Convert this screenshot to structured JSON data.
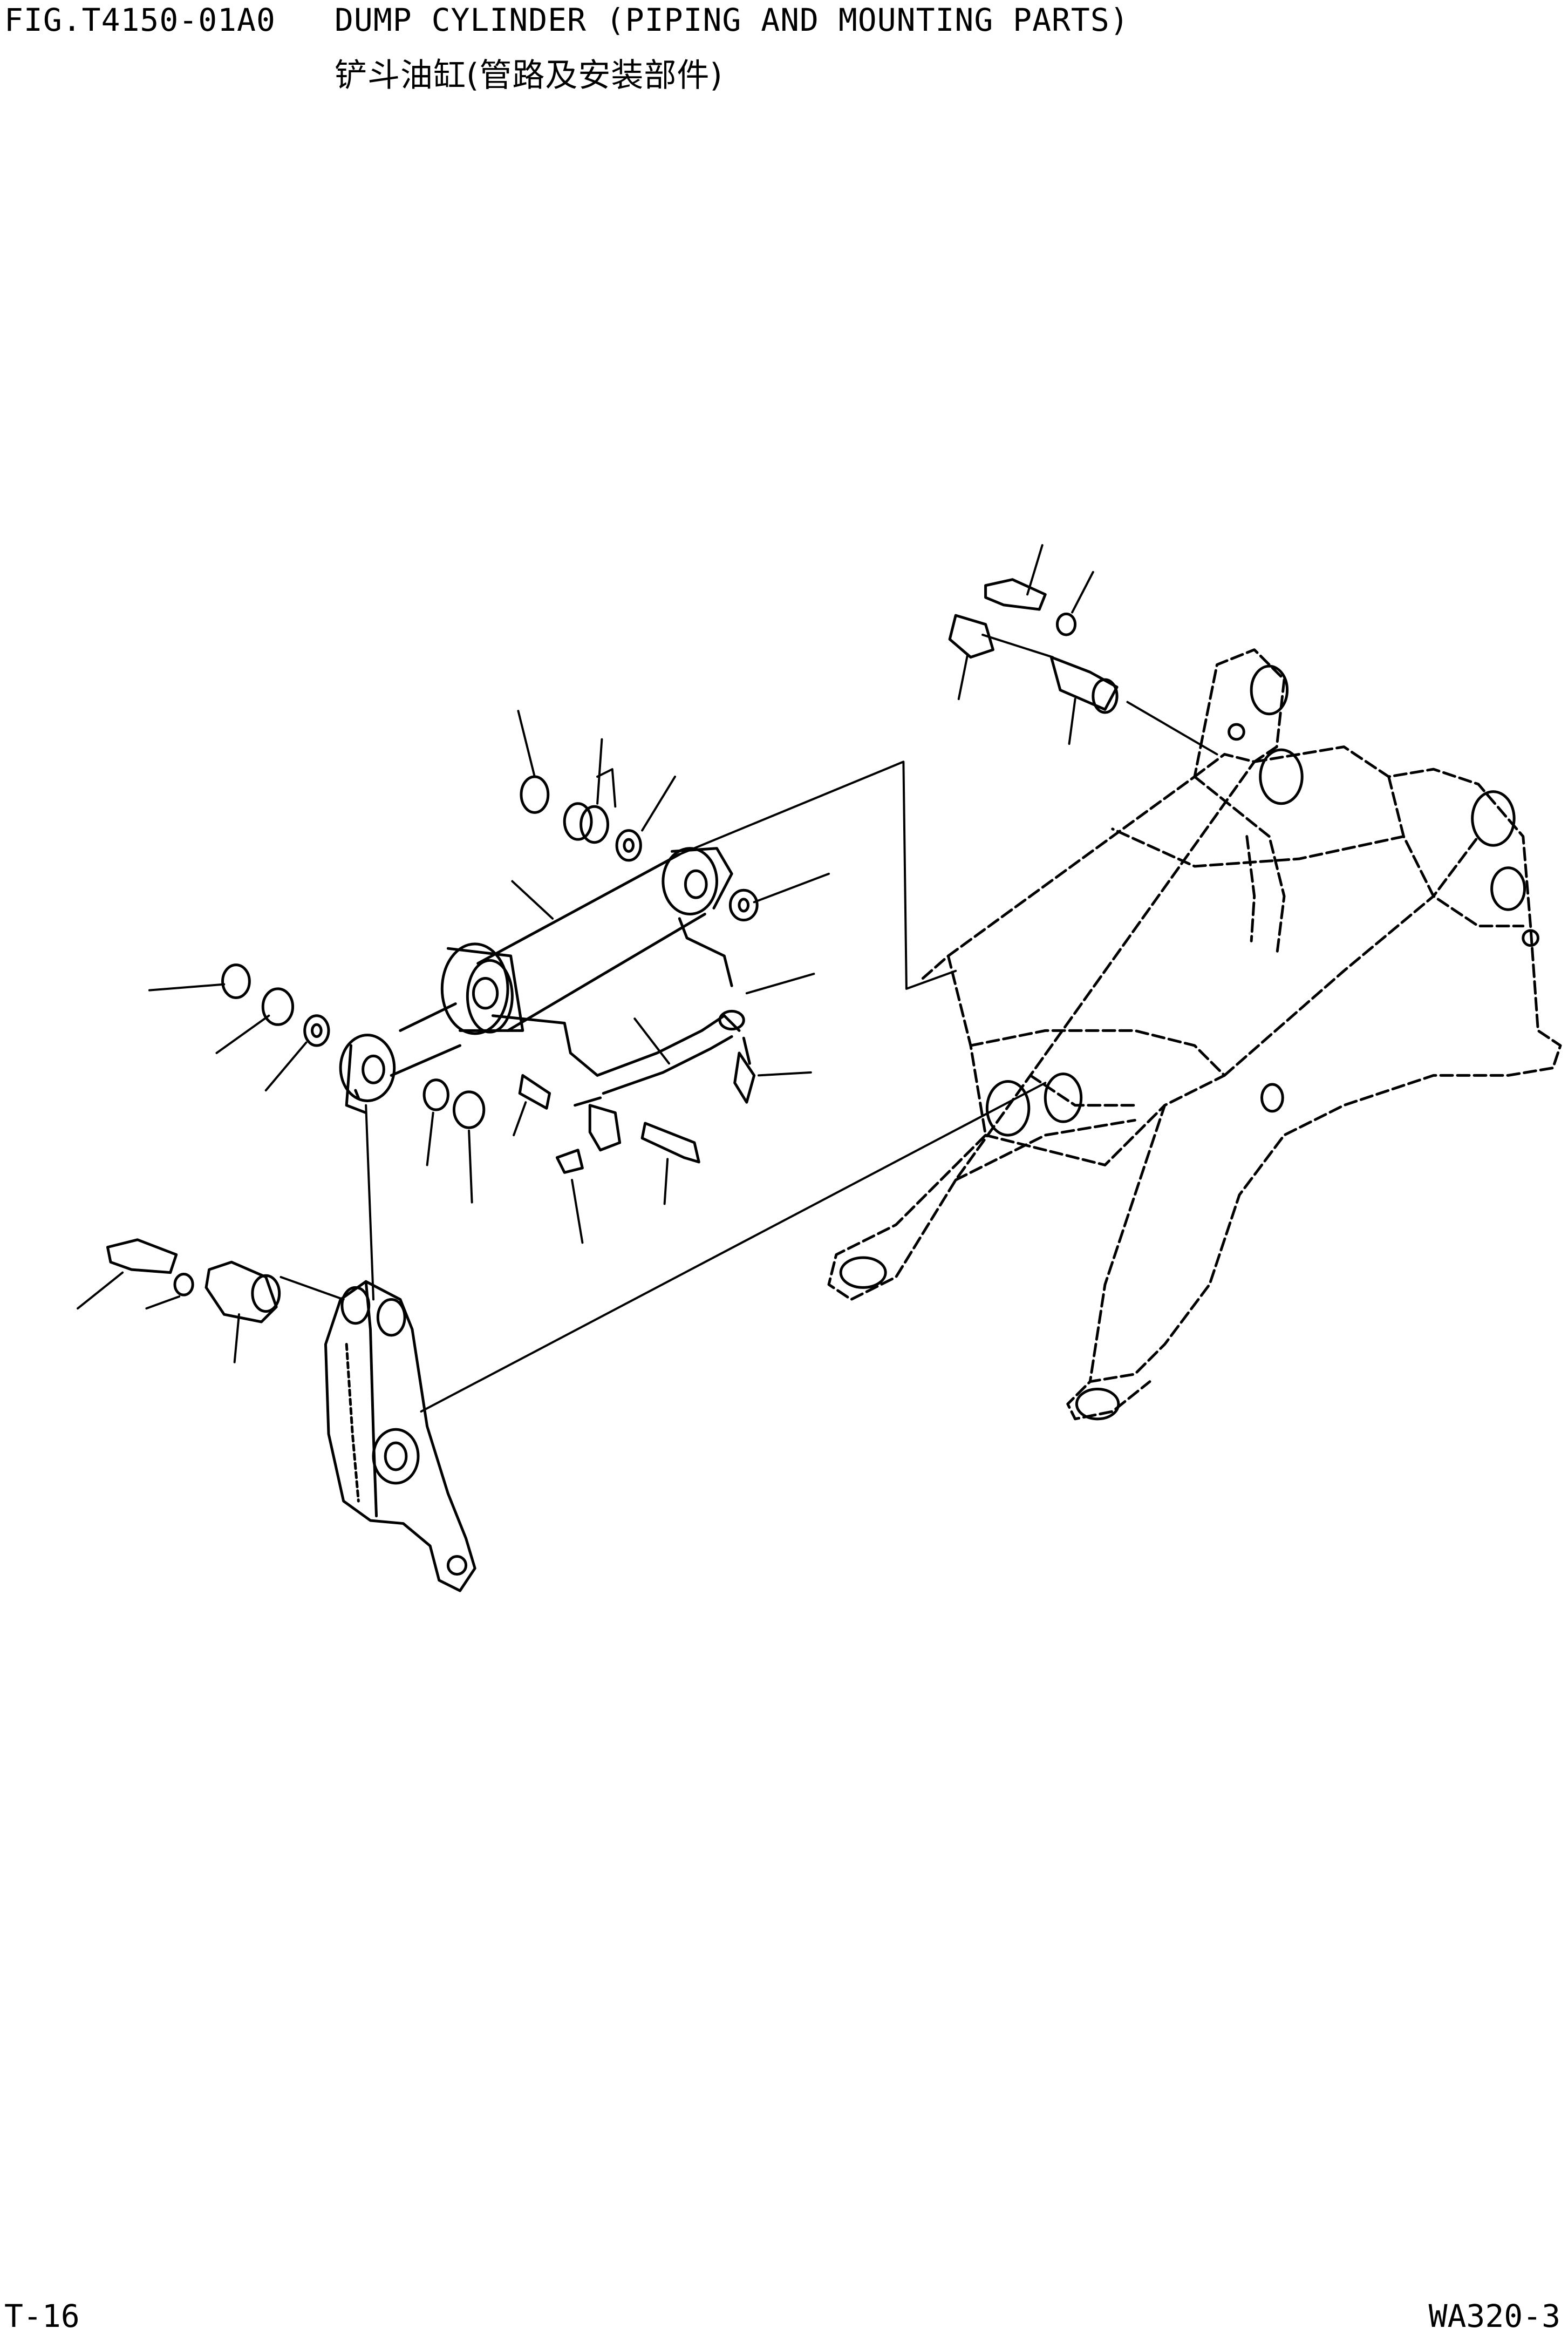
{
  "header": {
    "figure_code": "FIG.T4150-01A0",
    "title": "DUMP CYLINDER (PIPING AND MOUNTING PARTS)",
    "title_cn": "铲斗油缸(管路及安装部件)"
  },
  "footer": {
    "page_number": "T-16",
    "model": "WA320-3"
  },
  "colors": {
    "ink": "#000000",
    "paper": "#ffffff"
  }
}
